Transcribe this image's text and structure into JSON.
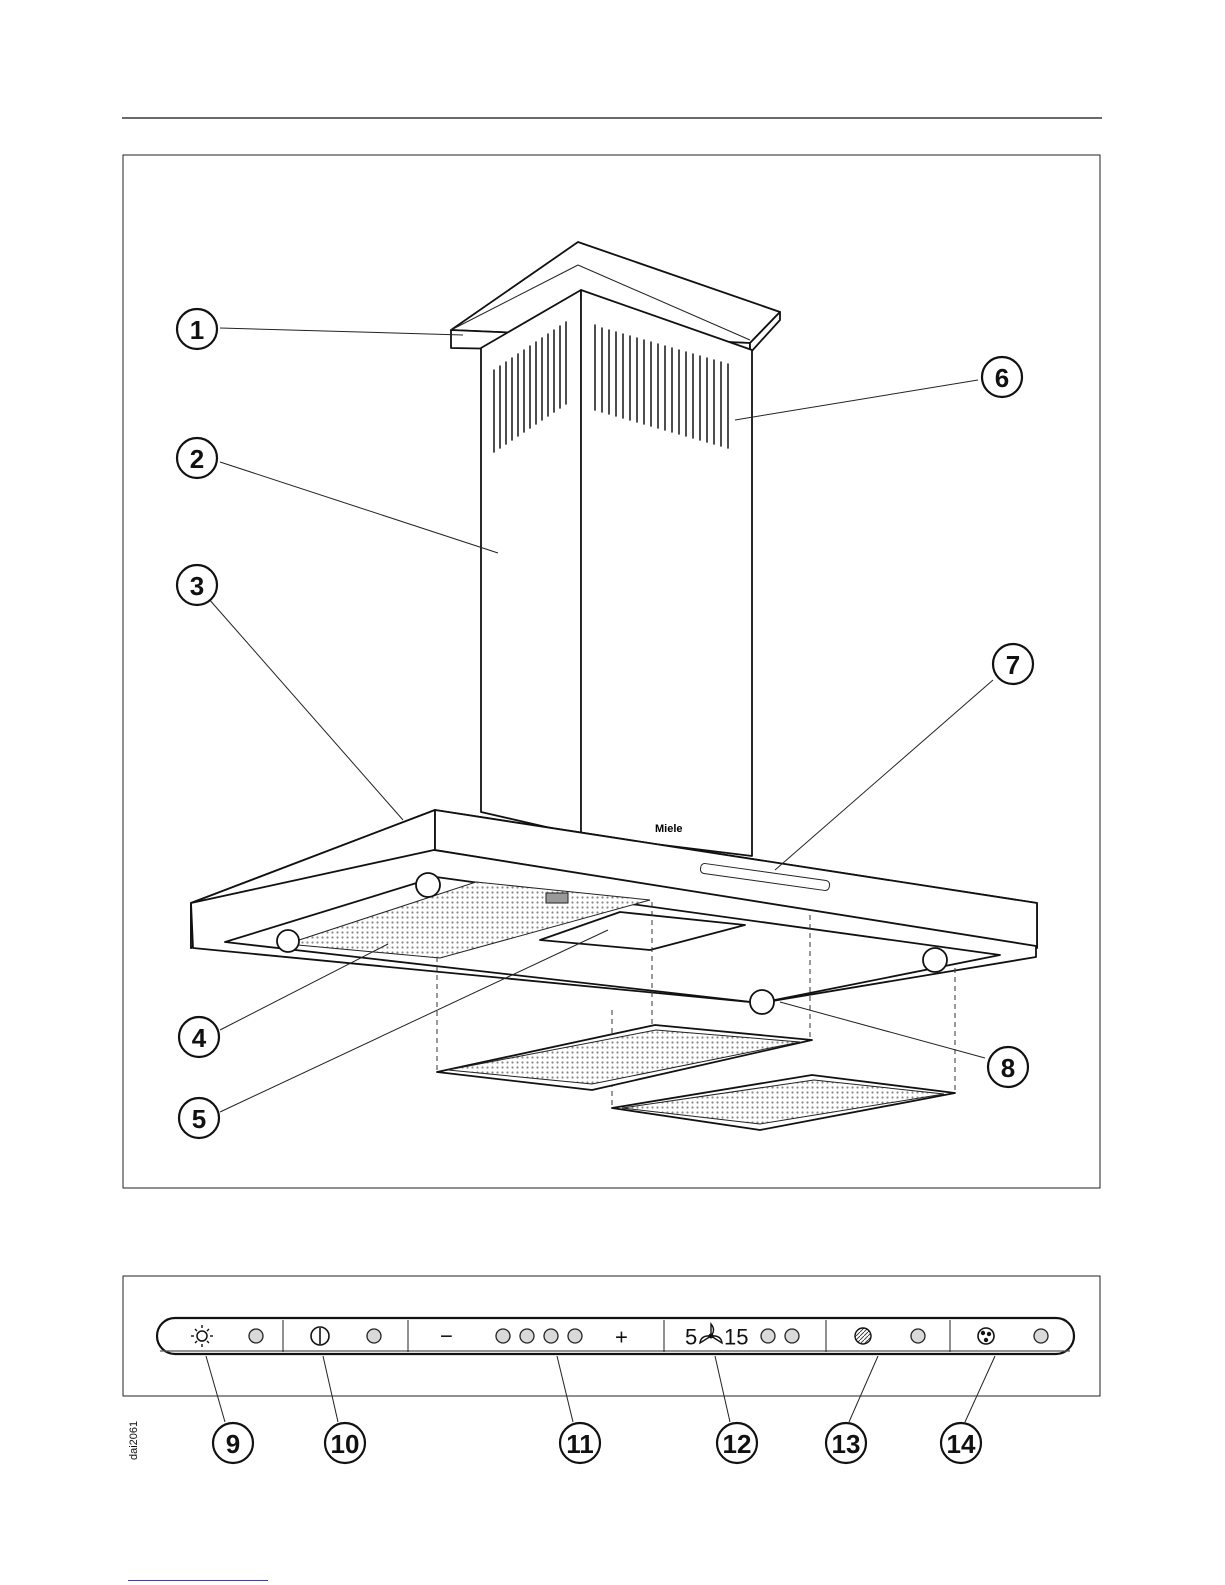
{
  "callouts_main": [
    "1",
    "2",
    "3",
    "4",
    "5",
    "6",
    "7",
    "8"
  ],
  "callouts_panel": [
    "9",
    "10",
    "11",
    "12",
    "13",
    "14"
  ],
  "brand": "Miele",
  "drawing_code": "dai2061",
  "panel": {
    "fan_minus": "−",
    "fan_plus": "+",
    "delay_left": "5",
    "delay_right": "15",
    "icons": [
      "light-icon",
      "power-icon",
      "fan-icon",
      "grease-filter-icon",
      "odour-filter-icon"
    ]
  }
}
